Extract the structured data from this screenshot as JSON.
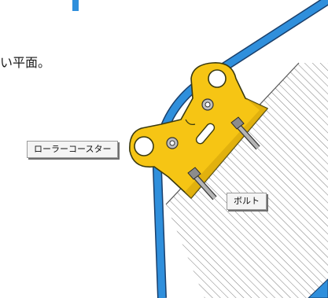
{
  "caption_fragment": "い平面。",
  "callouts": {
    "roller_coaster": "ローラーコースター",
    "bolt": "ボルト"
  },
  "colors": {
    "rail_blue": "#2f8fdc",
    "rail_outline": "#1a3f6b",
    "bracket_yellow": "#f6c514",
    "bracket_outline": "#3a3a10",
    "hatch": "#6e6e6e",
    "bolt_gray": "#9a9a9a"
  }
}
